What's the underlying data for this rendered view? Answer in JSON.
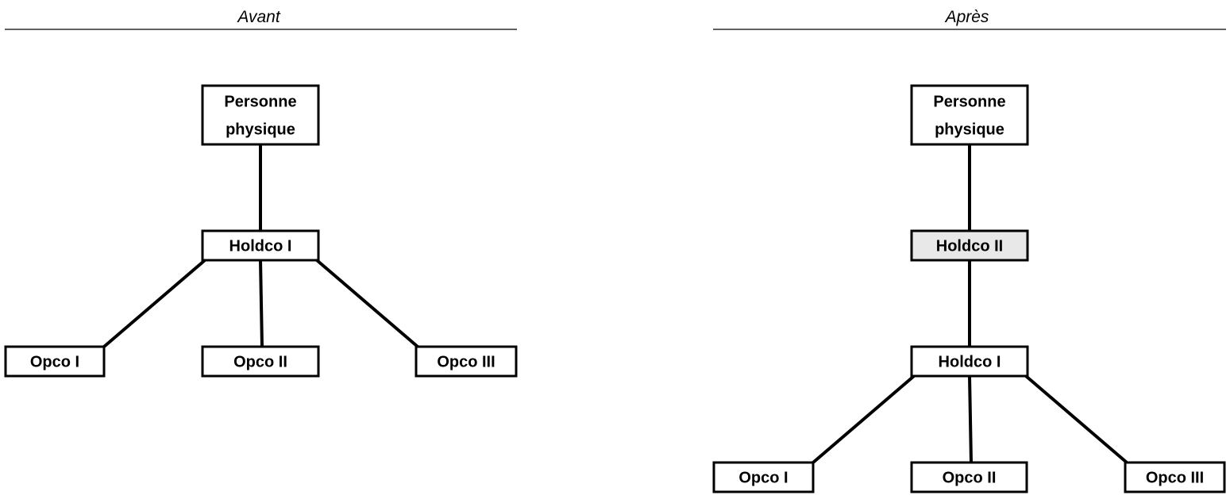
{
  "panels": [
    {
      "title": "Avant",
      "nodes": [
        {
          "id": "pp",
          "lines": [
            "Personne",
            "physique"
          ],
          "highlighted": false
        },
        {
          "id": "h1",
          "lines": [
            "Holdco I"
          ],
          "highlighted": false
        },
        {
          "id": "o1",
          "lines": [
            "Opco I"
          ],
          "highlighted": false
        },
        {
          "id": "o2",
          "lines": [
            "Opco II"
          ],
          "highlighted": false
        },
        {
          "id": "o3",
          "lines": [
            "Opco III"
          ],
          "highlighted": false
        }
      ],
      "edges": [
        [
          "pp",
          "h1"
        ],
        [
          "h1",
          "o1"
        ],
        [
          "h1",
          "o2"
        ],
        [
          "h1",
          "o3"
        ]
      ]
    },
    {
      "title": "Après",
      "nodes": [
        {
          "id": "pp",
          "lines": [
            "Personne",
            "physique"
          ],
          "highlighted": false
        },
        {
          "id": "h2",
          "lines": [
            "Holdco II"
          ],
          "highlighted": true
        },
        {
          "id": "h1",
          "lines": [
            "Holdco I"
          ],
          "highlighted": false
        },
        {
          "id": "o1",
          "lines": [
            "Opco I"
          ],
          "highlighted": false
        },
        {
          "id": "o2",
          "lines": [
            "Opco II"
          ],
          "highlighted": false
        },
        {
          "id": "o3",
          "lines": [
            "Opco III"
          ],
          "highlighted": false
        }
      ],
      "edges": [
        [
          "pp",
          "h2"
        ],
        [
          "h2",
          "h1"
        ],
        [
          "h1",
          "o1"
        ],
        [
          "h1",
          "o2"
        ],
        [
          "h1",
          "o3"
        ]
      ]
    }
  ],
  "colors": {
    "highlight_fill": "#e8e8e8",
    "box_fill": "#ffffff",
    "stroke": "#000000"
  }
}
